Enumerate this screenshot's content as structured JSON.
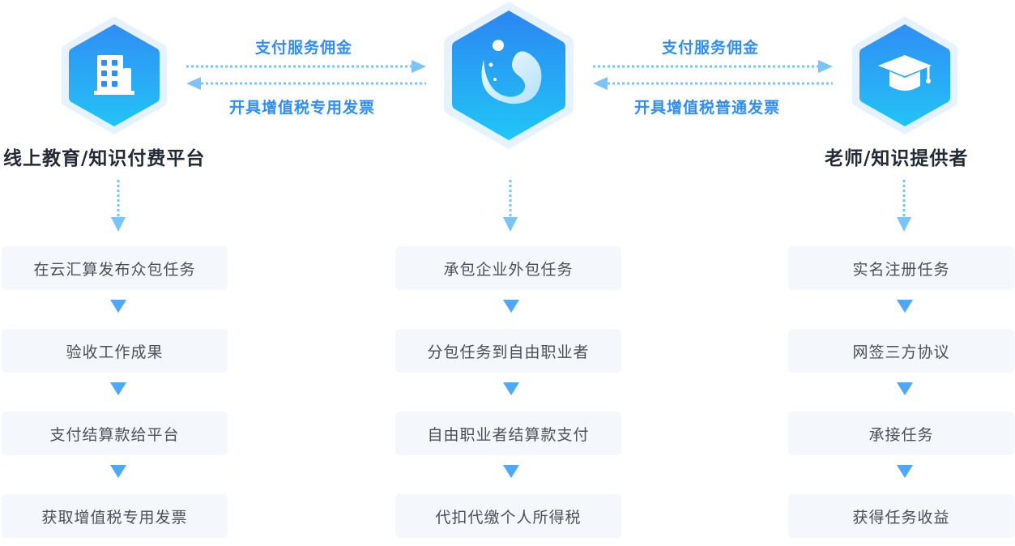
{
  "nodes": {
    "left": {
      "title": "线上教育/知识付费平台",
      "icon": "building-icon"
    },
    "center": {
      "title": "",
      "icon": "platform-logo-icon"
    },
    "right": {
      "title": "老师/知识提供者",
      "icon": "graduation-cap-icon"
    }
  },
  "links": {
    "left_to_center_label": "支付服务佣金",
    "center_to_left_label": "开具增值税专用发票",
    "right_to_center_label": "支付服务佣金",
    "center_to_right_label": "开具增值税普通发票"
  },
  "columns": {
    "left": [
      "在云汇算发布众包任务",
      "验收工作成果",
      "支付结算款给平台",
      "获取增值税专用发票"
    ],
    "center": [
      "承包企业外包任务",
      "分包任务到自由职业者",
      "自由职业者结算款支付",
      "代扣代缴个人所得税"
    ],
    "right": [
      "实名注册任务",
      "网签三方协议",
      "承接任务",
      "获得任务收益"
    ]
  },
  "colors": {
    "accent": "#2f8ef4",
    "box_bg": "#f4f7fb",
    "hex_light": "#e6f3fe",
    "arrow": "#7cc4f8"
  }
}
